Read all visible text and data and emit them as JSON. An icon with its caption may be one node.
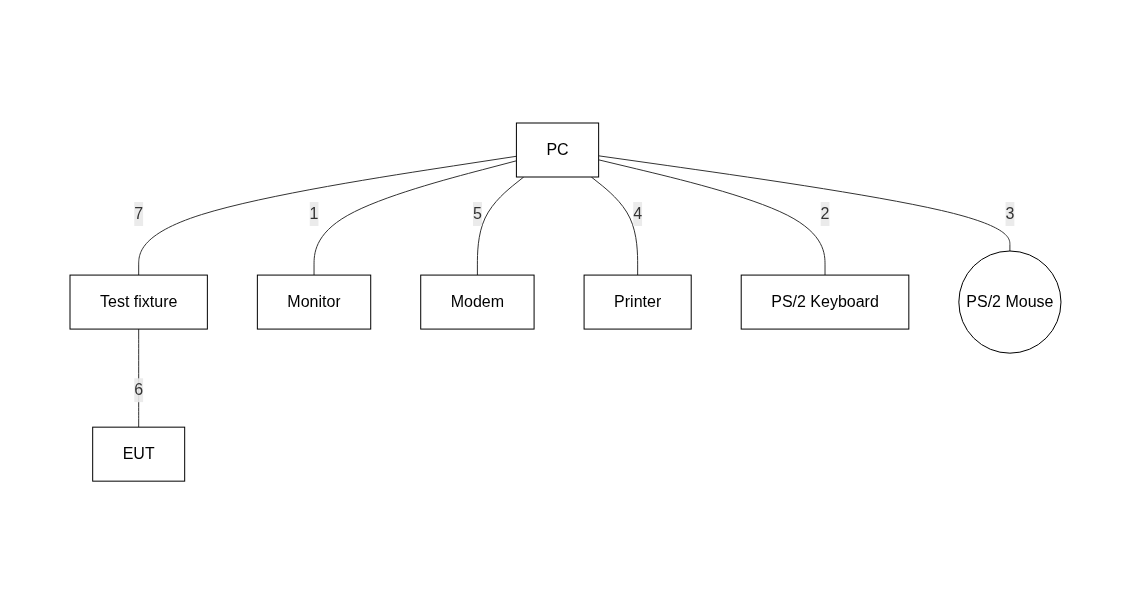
{
  "diagram": {
    "nodes": [
      {
        "text": [
          "PC"
        ]
      },
      {
        "text": [
          "Test fixture"
        ]
      },
      {
        "text": [
          "EUT"
        ]
      },
      {
        "text": [
          "Monitor"
        ]
      },
      {
        "text": [
          "Modem"
        ]
      },
      {
        "text": [
          "Printer"
        ]
      },
      {
        "text": [
          "PS/2 Keyboard"
        ]
      },
      {
        "text": [
          "PS/2 Mouse"
        ]
      }
    ],
    "edges": [
      {
        "from": 0,
        "to": 3,
        "arrow": "none",
        "label": "1"
      },
      {
        "from": 0,
        "to": 6,
        "arrow": "none",
        "label": "2"
      },
      {
        "from": 0,
        "to": 7,
        "arrow": "none",
        "label": "3"
      },
      {
        "from": 0,
        "to": 5,
        "arrow": "none",
        "label": "4"
      },
      {
        "from": 0,
        "to": 4,
        "arrow": "none",
        "label": "5"
      },
      {
        "from": 1,
        "to": 2,
        "arrow": "none",
        "label": "6"
      },
      {
        "from": 0,
        "to": 1,
        "arrow": "none",
        "label": "7"
      }
    ]
  }
}
